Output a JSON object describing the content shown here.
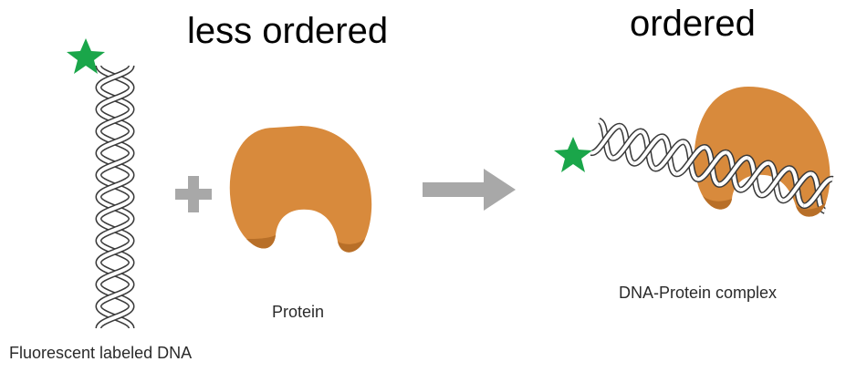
{
  "titles": {
    "left": "less ordered",
    "right": "ordered"
  },
  "labels": {
    "dna": "Fluorescent labeled DNA",
    "protein": "Protein",
    "complex": "DNA-Protein complex"
  },
  "colors": {
    "star": "#1aa64a",
    "protein": "#d88a3c",
    "protein_dark": "#b86f28",
    "operator": "#a8a8a8",
    "dna_stroke": "#3a3a3a",
    "dna_fill": "#ffffff"
  },
  "icons": {
    "plus": "plus-icon",
    "arrow": "arrow-right-icon",
    "star": "star-icon"
  }
}
